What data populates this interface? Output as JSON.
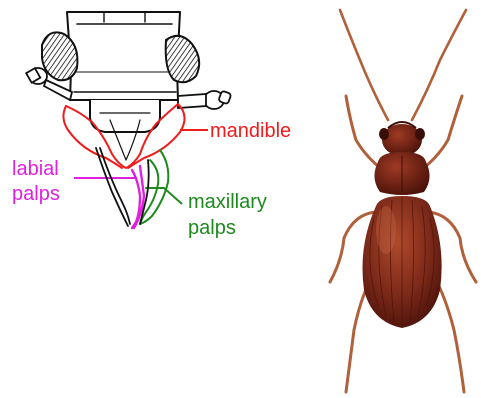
{
  "labels": {
    "mandible": "mandible",
    "labial_line1": "labial",
    "labial_line2": "palps",
    "maxillary_line1": "maxillary",
    "maxillary_line2": "palps"
  },
  "colors": {
    "mandible": "#ee1c1c",
    "labial": "#e020e0",
    "maxillary": "#1e8a1e",
    "outline": "#111111",
    "beetle_body": "#7a2818",
    "beetle_dark": "#4a120a",
    "beetle_leg": "#b0603a"
  }
}
